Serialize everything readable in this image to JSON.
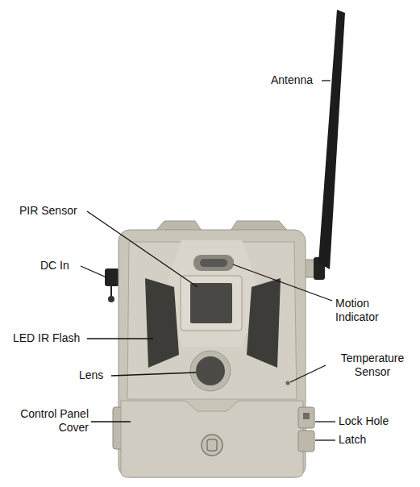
{
  "diagram": {
    "labels": [
      "Antenna",
      "PIR Sensor",
      "DC In",
      "Motion Indicator",
      "LED IR Flash",
      "Temperature Sensor",
      "Lens",
      "Control Panel Cover",
      "Lock Hole",
      "Latch"
    ]
  }
}
